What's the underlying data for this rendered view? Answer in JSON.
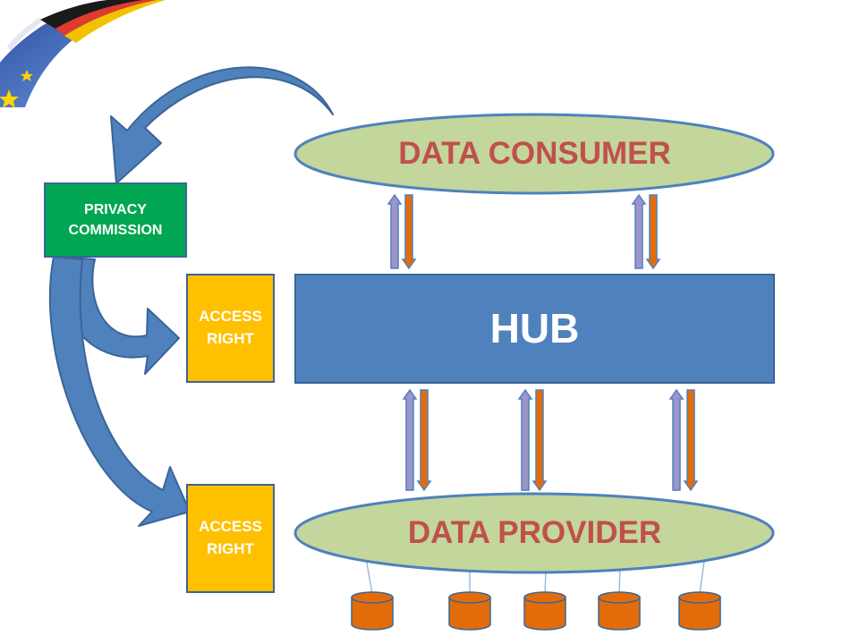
{
  "diagram": {
    "data_consumer": "DATA CONSUMER",
    "hub": "HUB",
    "data_provider": "DATA PROVIDER",
    "privacy_commission": [
      "PRIVACY",
      "COMMISSION"
    ],
    "access_right_top": [
      "ACCESS",
      "RIGHT"
    ],
    "access_right_bottom": [
      "ACCESS",
      "RIGHT"
    ]
  },
  "colors": {
    "consumer_provider_fill": "#c3d69b",
    "ellipse_text": "#c0504d",
    "hub_fill": "#4f81bd",
    "privacy_fill": "#00a651",
    "access_fill": "#ffc000",
    "curved_arrow": "#4f81bd",
    "arrow_up": "#9b95c9",
    "arrow_down": "#e36c0a",
    "database": "#e36c0a"
  },
  "connections": {
    "consumer_hub_pairs": 2,
    "hub_provider_pairs": 3,
    "databases": 5
  }
}
